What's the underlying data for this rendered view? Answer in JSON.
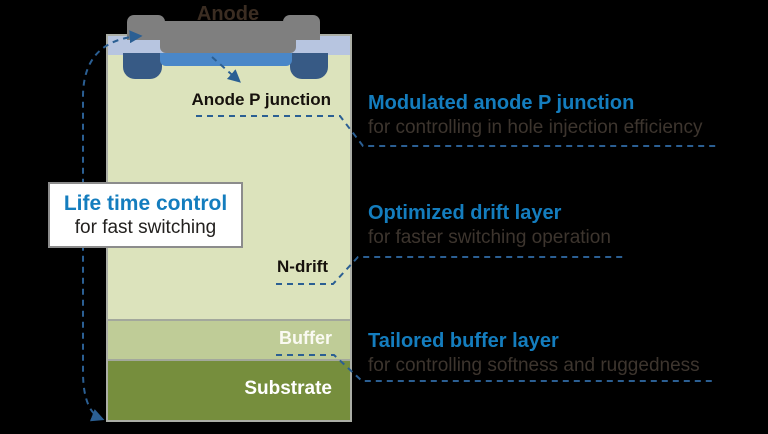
{
  "diagram": {
    "device": {
      "anode_label": "Anode",
      "anode_p_junction_label": "Anode P junction",
      "n_drift_label": "N-drift",
      "buffer_label": "Buffer",
      "substrate_label": "Substrate"
    },
    "callout_box": {
      "title": "Life time control",
      "subtitle": "for fast switching"
    },
    "annotations": [
      {
        "title": "Modulated anode P junction",
        "subtitle": "for controlling in hole injection efficiency"
      },
      {
        "title": "Optimized drift layer",
        "subtitle": "for faster switching operation"
      },
      {
        "title": "Tailored buffer layer",
        "subtitle": "for controlling softness and ruggedness"
      }
    ],
    "colors": {
      "background": "#000000",
      "accent_blue_text": "#147dbe",
      "subtitle_text": "#3d352e",
      "dashed_line": "#2b5f93",
      "metal_gray": "#7f7f7f",
      "surface_layer": "#b7c5e0",
      "p_well_blue": "#375a85",
      "p_junction_blue": "#4a87c8",
      "drift_green": "#dce3bc",
      "buffer_green": "#bfcc97",
      "substrate_olive": "#768e3d"
    }
  }
}
